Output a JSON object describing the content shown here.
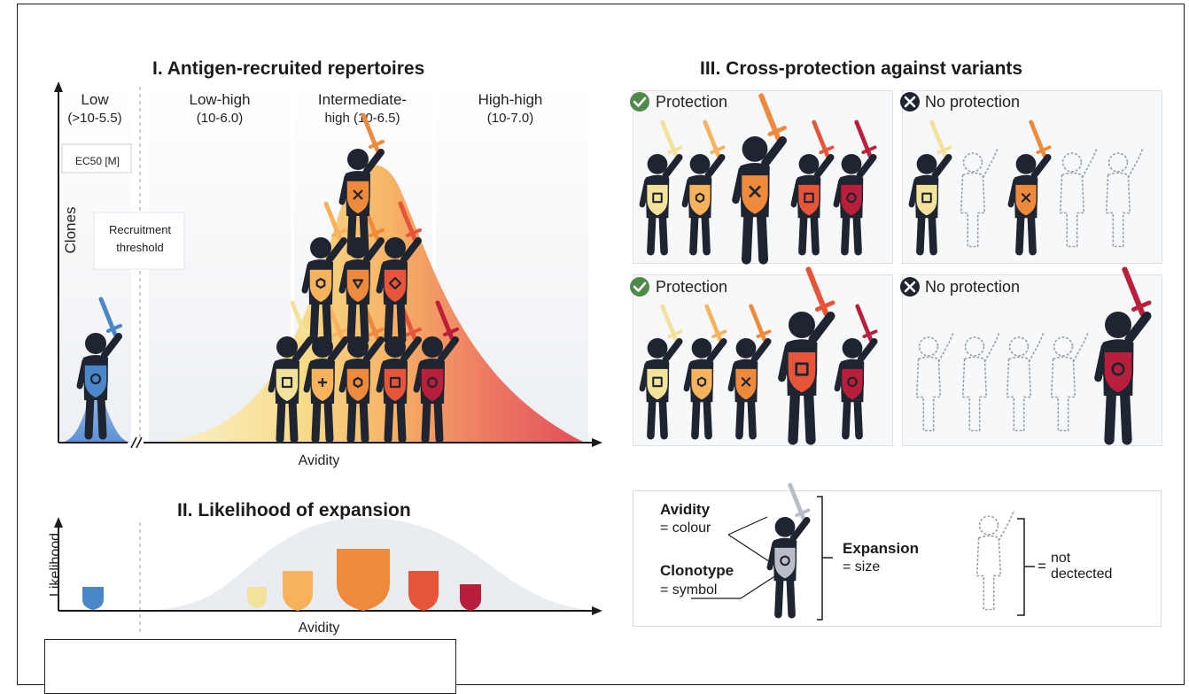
{
  "section1": {
    "title": "I. Antigen-recruited repertoires",
    "y_label": "Clones",
    "x_label": "Avidity",
    "unit_label": "EC50 [M]",
    "threshold_label": [
      "Recruitment",
      "threshold"
    ],
    "columns": [
      {
        "name": "Low",
        "value": "(>10-5.5)"
      },
      {
        "name": "Low-high",
        "value": "(10-6.0)"
      },
      {
        "name": "Intermediate-",
        "value": "high (10-6.5)"
      },
      {
        "name": "High-high",
        "value": "(10-7.0)"
      }
    ]
  },
  "section2": {
    "title": "II. Likelihood of expansion",
    "y_label": "Likelihood",
    "x_label": "Avidity"
  },
  "section3": {
    "title": "III. Cross-protection against variants",
    "panels": [
      {
        "status": "Protection",
        "protected": true
      },
      {
        "status": "No protection",
        "protected": false
      },
      {
        "status": "Protection",
        "protected": true
      },
      {
        "status": "No protection",
        "protected": false
      }
    ]
  },
  "legend": {
    "avidity": "Avidity",
    "avidity_eq": "= colour",
    "clonotype": "Clonotype",
    "clonotype_eq": "= symbol",
    "expansion": "Expansion",
    "expansion_eq": "= size",
    "not_detected_eq": "=",
    "not_detected": [
      "not",
      "dectected"
    ]
  },
  "colors": {
    "low_blue": "#4a86c8",
    "yellow": "#f3e39a",
    "light_orange": "#f6b35c",
    "orange": "#ef8a3c",
    "red_orange": "#e6553a",
    "crimson": "#b91f3a",
    "figure_dark": "#1e2430",
    "check_green": "#4f8a4a"
  }
}
